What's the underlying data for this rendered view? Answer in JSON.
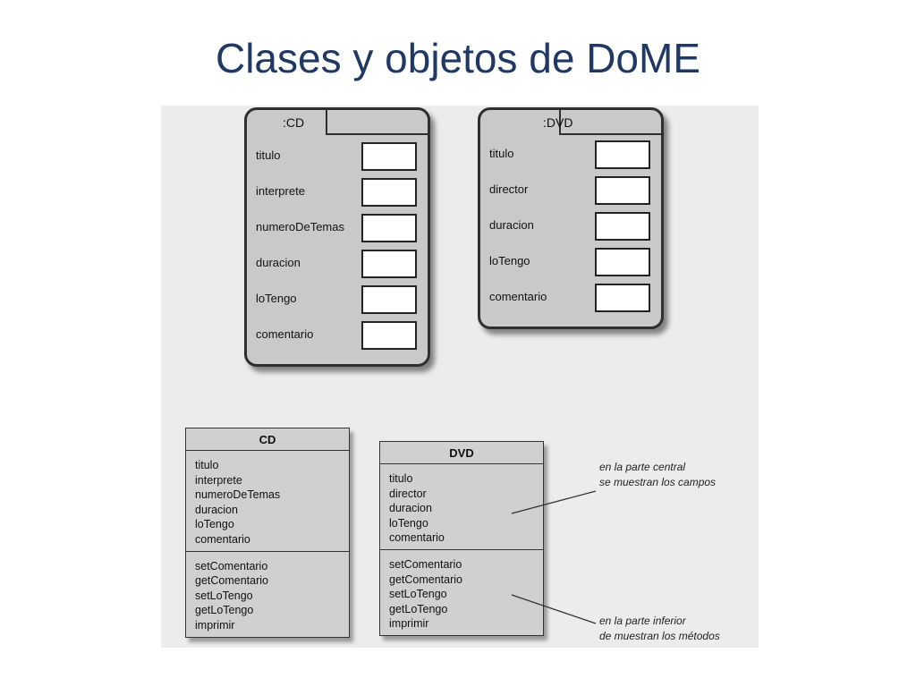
{
  "title": "Clases y objetos de DoME",
  "objects": [
    {
      "name": ":CD",
      "fields": [
        "titulo",
        "interprete",
        "numeroDeTemas",
        "duracion",
        "loTengo",
        "comentario"
      ]
    },
    {
      "name": ":DVD",
      "fields": [
        "titulo",
        "director",
        "duracion",
        "loTengo",
        "comentario"
      ]
    }
  ],
  "classes": [
    {
      "name": "CD",
      "fields": [
        "titulo",
        "interprete",
        "numeroDeTemas",
        "duracion",
        "loTengo",
        "comentario"
      ],
      "methods": [
        "setComentario",
        "getComentario",
        "setLoTengo",
        "getLoTengo",
        "imprimir"
      ]
    },
    {
      "name": "DVD",
      "fields": [
        "titulo",
        "director",
        "duracion",
        "loTengo",
        "comentario"
      ],
      "methods": [
        "setComentario",
        "getComentario",
        "setLoTengo",
        "getLoTengo",
        "imprimir"
      ]
    }
  ],
  "annotations": {
    "fields_note": [
      "en la parte central",
      "se muestran los campos"
    ],
    "methods_note": [
      "en la parte inferior",
      "de muestran los métodos"
    ]
  }
}
